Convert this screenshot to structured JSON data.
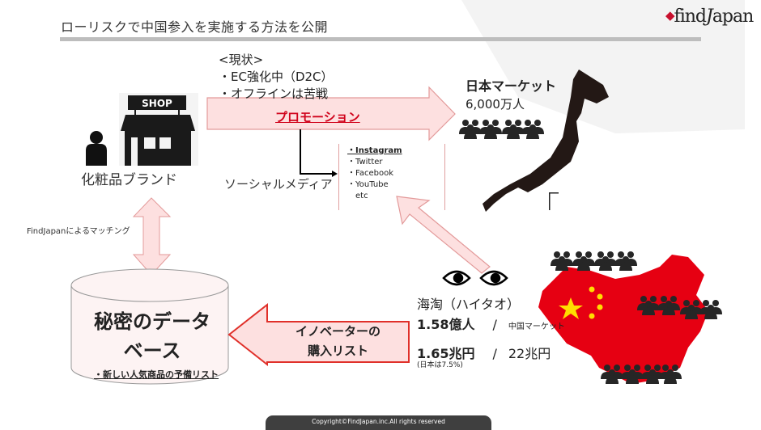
{
  "header": {
    "title": "ローリスクで中国参入を実施する方法を公開",
    "logo_text": "findJapan"
  },
  "current_state": {
    "heading": "<現状>",
    "items": [
      "・EC強化中（D2C）",
      "・オフラインは苦戦"
    ]
  },
  "promotion": {
    "label": "プロモーション"
  },
  "brand": {
    "label": "化粧品ブランド",
    "shop_sign": "SHOP"
  },
  "social": {
    "label": "ソーシャルメディア",
    "items": [
      "・Instagram",
      "・Twitter",
      "・Facebook",
      "・YouTube",
      "etc"
    ]
  },
  "japan": {
    "title": "日本マーケット",
    "population": "6,000万人"
  },
  "matching": {
    "label": "FindJapanによるマッチング"
  },
  "database": {
    "line1": "秘密のデータ",
    "line2": "ベース",
    "sub": "・新しい人気商品の予備リスト"
  },
  "innovator": {
    "line1": "イノベーターの",
    "line2": "購入リスト"
  },
  "china": {
    "haitao": "海淘（ハイタオ）",
    "users": "1.58億人",
    "sep": "/",
    "market_label": "中国マーケット",
    "value": "1.65兆円",
    "total": "22兆円",
    "note": "(日本は7.5%)"
  },
  "colors": {
    "accent": "#d0021b",
    "arrow_fill": "#fde0e0",
    "arrow_stroke": "#e39a9a",
    "china_red": "#e60012"
  },
  "footer": {
    "copyright": "Copyright©FindJapan.inc.All rights reserved"
  }
}
